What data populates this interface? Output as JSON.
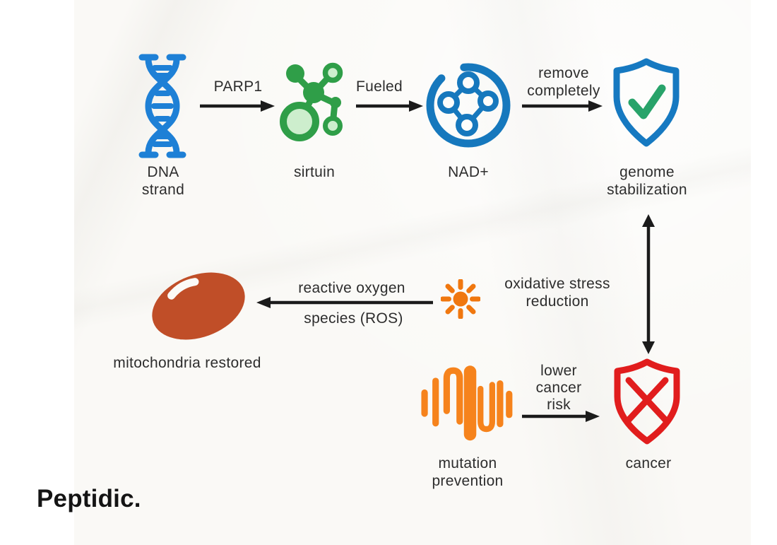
{
  "brand": {
    "logo_text": "Peptidic."
  },
  "palette": {
    "paper": "#faf9f6",
    "margin": "#ffffff",
    "text": "#2d2d2d",
    "arrow": "#1b1b1b",
    "dna_blue": "#1e80d6",
    "sirtuin_green": "#2f9e48",
    "sirtuin_light_green": "#cdeecd",
    "nad_blue": "#1678bd",
    "genome_shield_blue": "#1679c1",
    "genome_check_green": "#28a36a",
    "mitochondria_rust": "#c04e28",
    "sun_orange": "#f0770f",
    "mutation_orange": "#f6831c",
    "cancer_red": "#e11d1d"
  },
  "nodes": {
    "dna": {
      "icon": "dna-helix-icon",
      "label": [
        "DNA",
        "strand"
      ]
    },
    "sirtuin": {
      "icon": "sirtuin-molecule-icon",
      "label": [
        "sirtuin"
      ]
    },
    "nad": {
      "icon": "nad-molecule-ring-icon",
      "label": [
        "NAD+"
      ]
    },
    "genome": {
      "icon": "shield-check-icon",
      "label": [
        "genome",
        "stabilization"
      ]
    },
    "mitochondria": {
      "icon": "mitochondria-bean-icon",
      "label": [
        "mitochondria restored"
      ]
    },
    "oxidative": {
      "icon": "sun-burst-icon",
      "label": [
        "oxidative stress",
        "reduction"
      ]
    },
    "mutation": {
      "icon": "waveform-icon",
      "label": [
        "mutation",
        "prevention"
      ]
    },
    "cancer": {
      "icon": "shield-x-icon",
      "label": [
        "cancer"
      ]
    }
  },
  "arrows": {
    "parp1": {
      "direction": "right",
      "label": [
        "PARP1"
      ]
    },
    "fueled": {
      "direction": "right",
      "label": [
        "Fueled"
      ]
    },
    "remove": {
      "direction": "right",
      "label": [
        "remove",
        "completely"
      ]
    },
    "ros": {
      "direction": "left",
      "label_above": [
        "reactive oxygen"
      ],
      "label_below": [
        "species (ROS)"
      ]
    },
    "lower": {
      "direction": "right",
      "label": [
        "lower",
        "cancer",
        "risk"
      ]
    },
    "genome_cancer_link": {
      "direction": "vertical-double",
      "label": []
    }
  }
}
